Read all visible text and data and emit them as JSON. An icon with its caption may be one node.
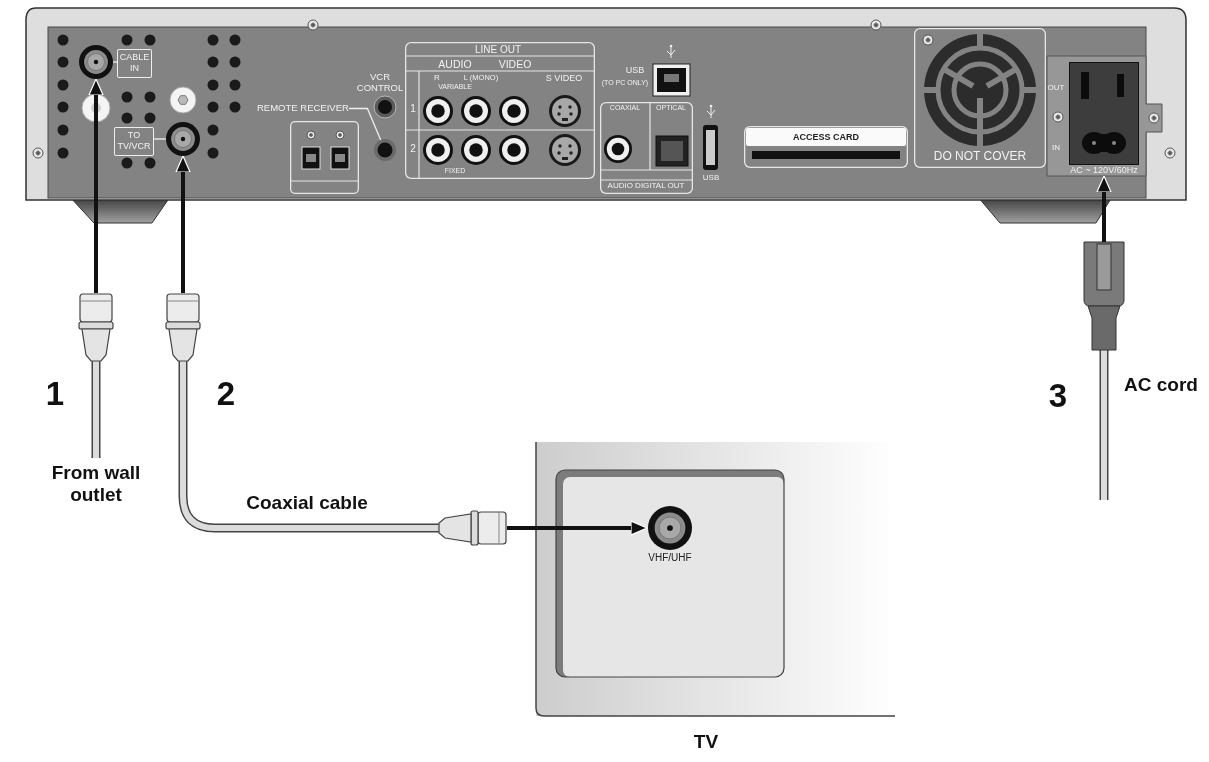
{
  "diagram": {
    "nodes": [
      {
        "text": [],
        "shape": "picture"
      },
      {
        "text": [],
        "shape": "circle",
        "in": 0
      },
      {
        "text": [
          "CABLE IN"
        ],
        "in": 0
      },
      {
        "text": [],
        "shape": "circle",
        "in": 0
      },
      {
        "text": [
          "TO TV/VCR"
        ],
        "in": 0
      },
      {
        "text": [
          "REMOTE RECEIVER"
        ],
        "in": 0
      },
      {
        "text": [],
        "shape": "circle",
        "in": 0
      },
      {
        "text": [],
        "shape": "box",
        "in": 0
      },
      {
        "text": [
          "LINE OUT",
          "AUDIO",
          "VIDEO",
          "R",
          "L (MONO)",
          "VARIABLE",
          "S VIDEO",
          "1",
          "2",
          "FIXED"
        ],
        "in": 0
      },
      {
        "text": [
          "COAXIAL",
          "OPTICAL",
          "AUDIO DIGITAL OUT"
        ],
        "in": 0
      },
      {
        "text": [
          "ACCESS CARD"
        ],
        "in": 0
      },
      {
        "text": [
          "DO NOT COVER"
        ],
        "in": 0
      },
      {
        "text": [],
        "shape": "box",
        "in": 0,
        "beside": [
          "AC ~ 120V/60Hz"
        ]
      },
      {
        "text": [],
        "shape": "picture",
        "beside": [
          "1",
          "From wall outlet"
        ]
      },
      {
        "text": [
          "2",
          "Coaxial cable"
        ]
      },
      {
        "text": [],
        "shape": "picture",
        "beside": [
          "3",
          "AC cord"
        ]
      },
      {
        "text": [
          "TV"
        ]
      },
      {
        "text": [],
        "shape": "circle",
        "in": 16,
        "beside": [
          "VHF/UHF"
        ]
      }
    ],
    "edges": [
      {
        "from": 2,
        "to": 1,
        "arrow": "none",
        "color": "#eeeeee"
      },
      {
        "from": 4,
        "to": 3,
        "arrow": "none",
        "color": "#eeeeee"
      },
      {
        "from": 5,
        "to": 6,
        "arrow": "none",
        "color": "#eeeeee"
      },
      {
        "from": 13,
        "to": 1,
        "arrow": "to"
      },
      {
        "from": 14,
        "to": 3,
        "arrow": "to"
      },
      {
        "from": 15,
        "to": 12,
        "arrow": "to"
      },
      {
        "from": 14,
        "to": 17,
        "arrow": "to"
      }
    ],
    "labels": [
      "VCR CONTROL",
      "USB",
      "(TO PC ONLY)",
      "USB",
      "OUT",
      "IN"
    ]
  }
}
